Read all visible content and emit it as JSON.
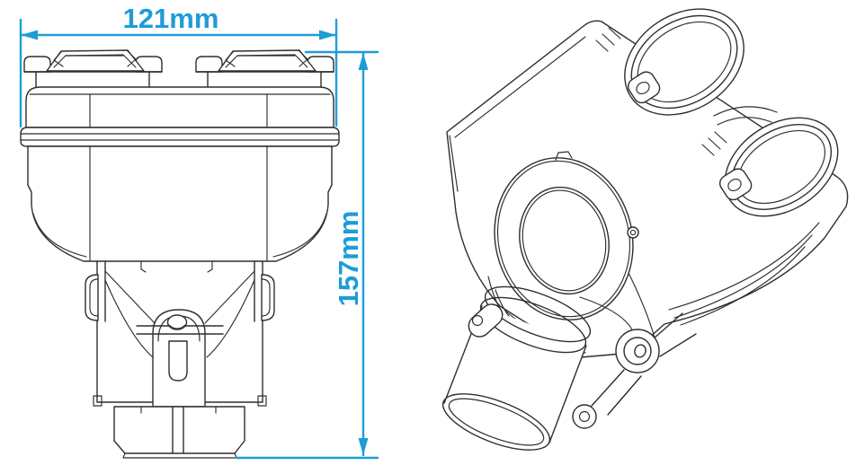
{
  "drawing": {
    "kind": "technical-line-drawing",
    "subject": "dual-socket power splitter adapter, front view and isometric view",
    "colors": {
      "background": "#ffffff",
      "line": "#2e2e2e",
      "dimension": "#1e9cd7"
    },
    "dimensions": {
      "width": {
        "label": "121mm",
        "orientation": "horizontal"
      },
      "height": {
        "label": "157mm",
        "orientation": "vertical"
      }
    }
  }
}
